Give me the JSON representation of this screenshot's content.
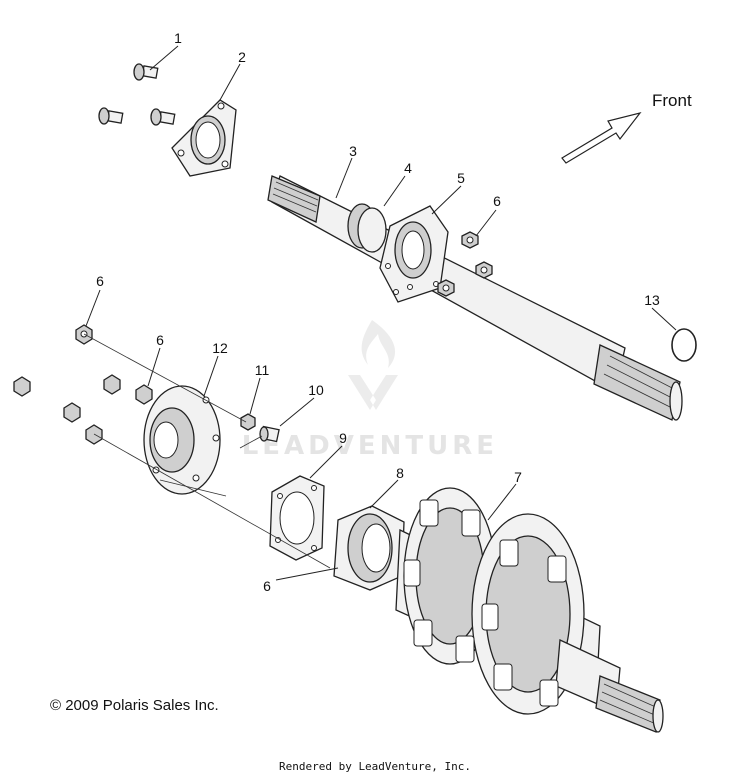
{
  "diagram": {
    "front_label": "Front",
    "copyright": "© 2009 Polaris Sales Inc.",
    "rendered_by": "Rendered by LeadVenture, Inc.",
    "watermark": "LEADVENTURE",
    "callouts": [
      {
        "id": "c1",
        "label": "1"
      },
      {
        "id": "c2",
        "label": "2"
      },
      {
        "id": "c3",
        "label": "3"
      },
      {
        "id": "c4",
        "label": "4"
      },
      {
        "id": "c5",
        "label": "5"
      },
      {
        "id": "c6a",
        "label": "6"
      },
      {
        "id": "c6b",
        "label": "6"
      },
      {
        "id": "c6c",
        "label": "6"
      },
      {
        "id": "c6d",
        "label": "6"
      },
      {
        "id": "c7",
        "label": "7"
      },
      {
        "id": "c8",
        "label": "8"
      },
      {
        "id": "c9",
        "label": "9"
      },
      {
        "id": "c10",
        "label": "10"
      },
      {
        "id": "c11",
        "label": "11"
      },
      {
        "id": "c12",
        "label": "12"
      },
      {
        "id": "c13",
        "label": "13"
      }
    ]
  }
}
